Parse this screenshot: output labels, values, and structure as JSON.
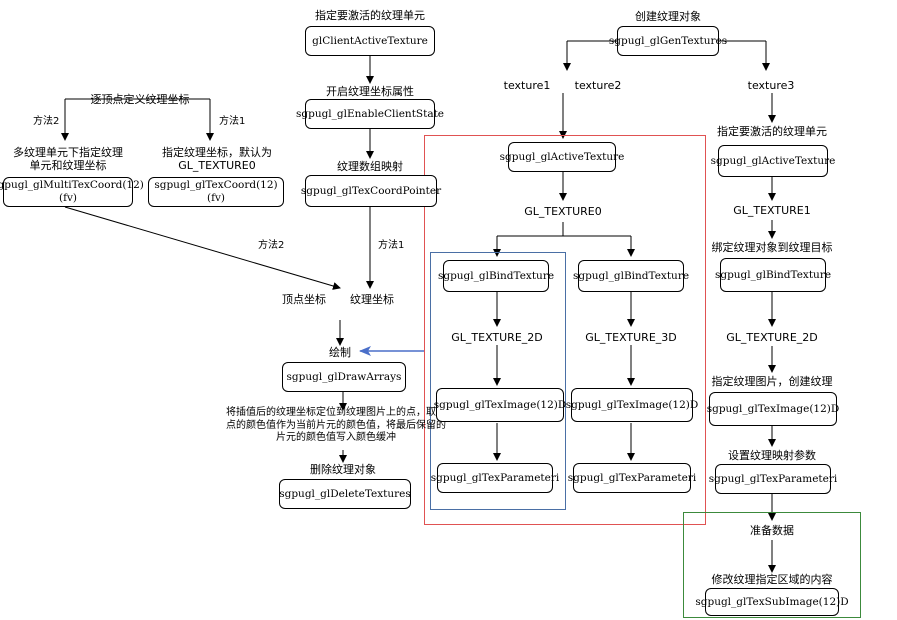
{
  "left": {
    "title": "逐顶点定义纹理坐标",
    "method2": "方法2",
    "method1": "方法1",
    "multi_label": "多纹理单元下指定纹理单元和纹理坐标",
    "multi_box": "sgpugl_glMultiTexCoord(12)(fv)",
    "texcoord_label": "指定纹理坐标，默认为GL_TEXTURE0",
    "texcoord_box": "sgpugl_glTexCoord(12)(fv)",
    "method2_arrow": "方法2"
  },
  "center": {
    "active_label": "指定要激活的纹理单元",
    "client_active_box": "glClientActiveTexture",
    "enable_label": "开启纹理坐标属性",
    "enable_box": "sgpugl_glEnableClientState",
    "map_label": "纹理数组映射",
    "pointer_box": "sgpugl_glTexCoordPointer",
    "method1_arrow": "方法1",
    "vertex_coord": "顶点坐标",
    "tex_coord": "纹理坐标",
    "draw_label": "绘制",
    "draw_box": "sgpugl_glDrawArrays",
    "interp_note": "将插值后的纹理坐标定位到纹理图片上的点，取该点的颜色值作为当前片元的颜色值，将最后保留的片元的颜色值写入颜色缓冲",
    "delete_label": "删除纹理对象",
    "delete_box": "sgpugl_glDeleteTextures"
  },
  "right": {
    "create_label": "创建纹理对象",
    "gen_box": "sgpugl_glGenTextures",
    "texture1": "texture1",
    "texture2": "texture2",
    "texture3": "texture3",
    "active_box": "sgpugl_glActiveTexture",
    "gl_texture0": "GL_TEXTURE0",
    "bind_box_a": "sgpugl_glBindTexture",
    "bind_box_b": "sgpugl_glBindTexture",
    "gl_texture_2d": "GL_TEXTURE_2D",
    "gl_texture_3d": "GL_TEXTURE_3D",
    "teximage_a": "sgpugl_glTexImage(12)D",
    "teximage_b": "sgpugl_glTexImage(12)D",
    "texparam_a": "sgpugl_glTexParameteri",
    "texparam_b": "sgpugl_glTexParameteri",
    "t3_active_label": "指定要激活的纹理单元",
    "t3_active_box": "sgpugl_glActiveTexture",
    "gl_texture1": "GL_TEXTURE1",
    "t3_bind_label": "绑定纹理对象到纹理目标",
    "t3_bind_box": "sgpugl_glBindTexture",
    "t3_gl_texture_2d": "GL_TEXTURE_2D",
    "t3_image_label": "指定纹理图片，创建纹理",
    "t3_image_box": "sgpugl_glTexImage(12)D",
    "t3_param_label": "设置纹理映射参数",
    "t3_param_box": "sgpugl_glTexParameteri",
    "prepare_label": "准备数据",
    "modify_label": "修改纹理指定区域的内容",
    "subimage_box": "sgpugl_glTexSubImage(12)D"
  },
  "colors": {
    "red_region": "#e05252",
    "blue_region": "#4a6fa5",
    "green_region": "#3c8a3c",
    "blue_arrow": "#4a6fc9"
  }
}
